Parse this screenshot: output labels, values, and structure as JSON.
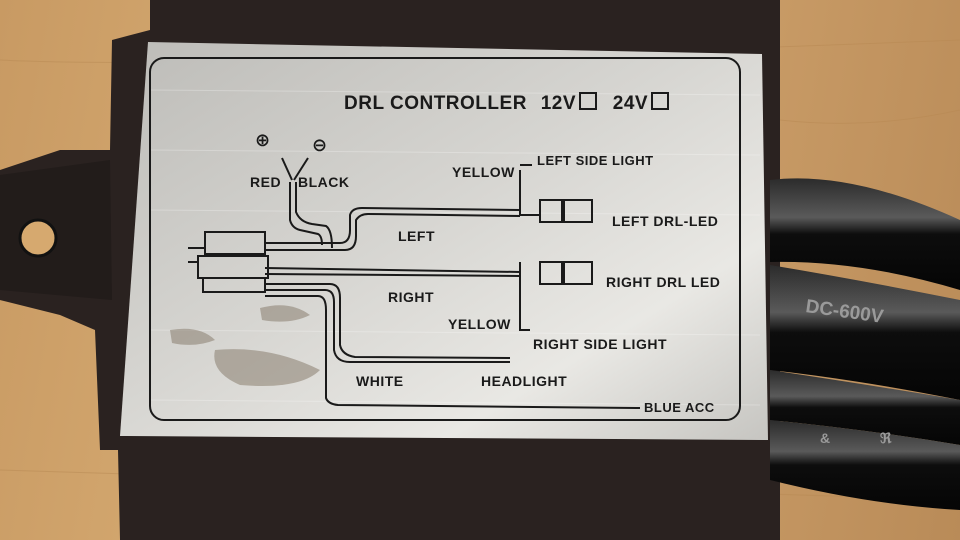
{
  "label": {
    "title": "DRL CONTROLLER",
    "voltage_12": "12V",
    "voltage_24": "24V",
    "plus_symbol": "⊕",
    "minus_symbol": "⊖",
    "red": "RED",
    "black": "BLACK",
    "yellow_top": "YELLOW",
    "left_side_light": "LEFT SIDE LIGHT",
    "left_drl_led": "LEFT DRL-LED",
    "left": "LEFT",
    "right_drl_led": "RIGHT DRL LED",
    "right": "RIGHT",
    "yellow_bottom": "YELLOW",
    "right_side_light": "RIGHT SIDE LIGHT",
    "white": "WHITE",
    "headlight": "HEADLIGHT",
    "blue_acc": "BLUE ACC"
  },
  "cable_print": {
    "text_1": "DC-600V",
    "text_2": "&",
    "text_3": "ℜ"
  },
  "colors": {
    "table": "#d3a56e",
    "housing": "#2a2220",
    "plate": "#c9c8c4",
    "cable": "#0c0c0c",
    "ink": "#1a1a1a"
  }
}
